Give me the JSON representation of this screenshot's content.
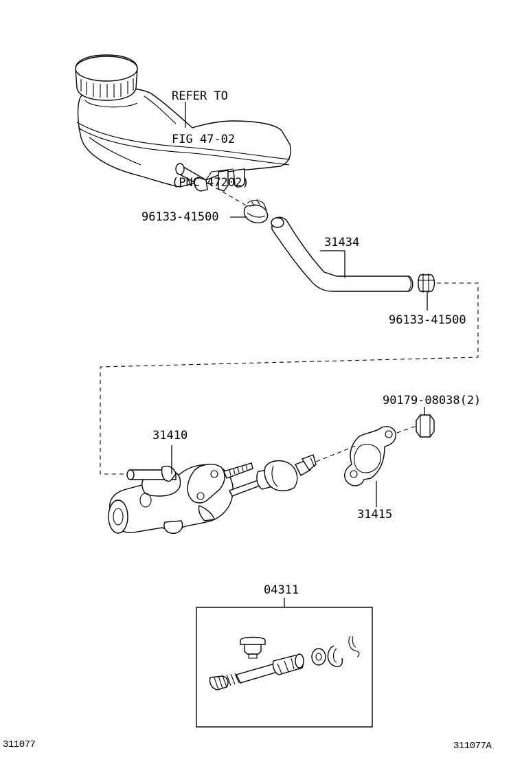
{
  "callouts": {
    "reservoir_ref": [
      "REFER TO",
      "FIG 47-02",
      "(PNC 47202)"
    ],
    "clip_upper": "96133-41500",
    "hose": "31434",
    "clip_lower": "96133-41500",
    "nut": "90179-08038(2)",
    "master_cylinder": "31410",
    "gasket": "31415",
    "repair_kit": "04311"
  },
  "corner_codes": {
    "left": "311077",
    "right": "311077A"
  },
  "icons": [
    "reservoir-icon",
    "hose-clip-icon",
    "hose-icon",
    "nut-icon",
    "gasket-icon",
    "master-cylinder-icon",
    "repair-kit-icon"
  ]
}
